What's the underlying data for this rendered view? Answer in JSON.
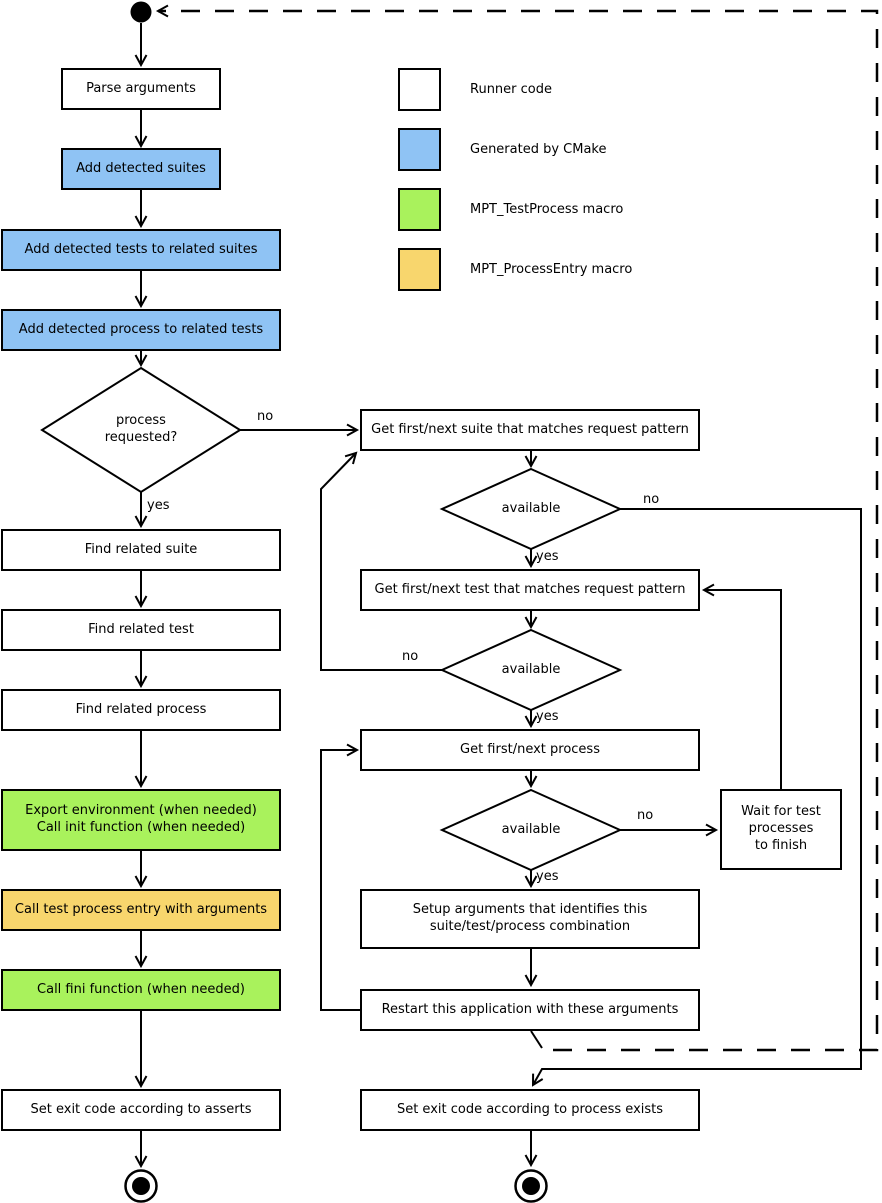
{
  "legend": {
    "items": [
      {
        "id": "runner-code",
        "label": "Runner code",
        "color": "#FFFFFF"
      },
      {
        "id": "generated-by-cmake",
        "label": "Generated by CMake",
        "color": "#8FC3F4"
      },
      {
        "id": "mpt-testprocess-macro",
        "label": "MPT_TestProcess macro",
        "color": "#A9F25C"
      },
      {
        "id": "mpt-processentry-macro",
        "label": "MPT_ProcessEntry macro",
        "color": "#F8D66D"
      }
    ]
  },
  "colors": {
    "runner_code": "#FFFFFF",
    "generated_by_cmake": "#8FC3F4",
    "mpt_testprocess_macro": "#A9F25C",
    "mpt_processentry_macro": "#F8D66D",
    "line": "#000000"
  },
  "edge_labels": {
    "yes": "yes",
    "no": "no"
  },
  "nodes": {
    "parse_arguments": {
      "label": "Parse arguments"
    },
    "add_suites": {
      "label": "Add detected suites"
    },
    "add_tests": {
      "label": "Add detected tests to related suites"
    },
    "add_process": {
      "label": "Add detected process to related tests"
    },
    "process_requested": {
      "label": "process\nrequested?"
    },
    "find_suite": {
      "label": "Find related suite"
    },
    "find_test": {
      "label": "Find related test"
    },
    "find_process": {
      "label": "Find related process"
    },
    "export_env": {
      "label": "Export environment (when needed)\nCall init function (when needed)"
    },
    "call_entry": {
      "label": "Call test process entry with arguments"
    },
    "call_fini": {
      "label": "Call fini function (when needed)"
    },
    "set_exit_asserts": {
      "label": "Set exit code according to asserts"
    },
    "get_suite": {
      "label": "Get first/next suite that matches request pattern"
    },
    "suite_available": {
      "label": "available"
    },
    "get_test": {
      "label": "Get first/next test that matches request pattern"
    },
    "test_available": {
      "label": "available"
    },
    "get_process": {
      "label": "Get first/next process"
    },
    "process_available": {
      "label": "available"
    },
    "wait_finish": {
      "label": "Wait for test\nprocesses\nto finish"
    },
    "setup_args": {
      "label": "Setup arguments that identifies this\nsuite/test/process combination"
    },
    "restart": {
      "label": "Restart this application with these arguments"
    },
    "set_exit_exists": {
      "label": "Set exit code according to process exists"
    }
  }
}
